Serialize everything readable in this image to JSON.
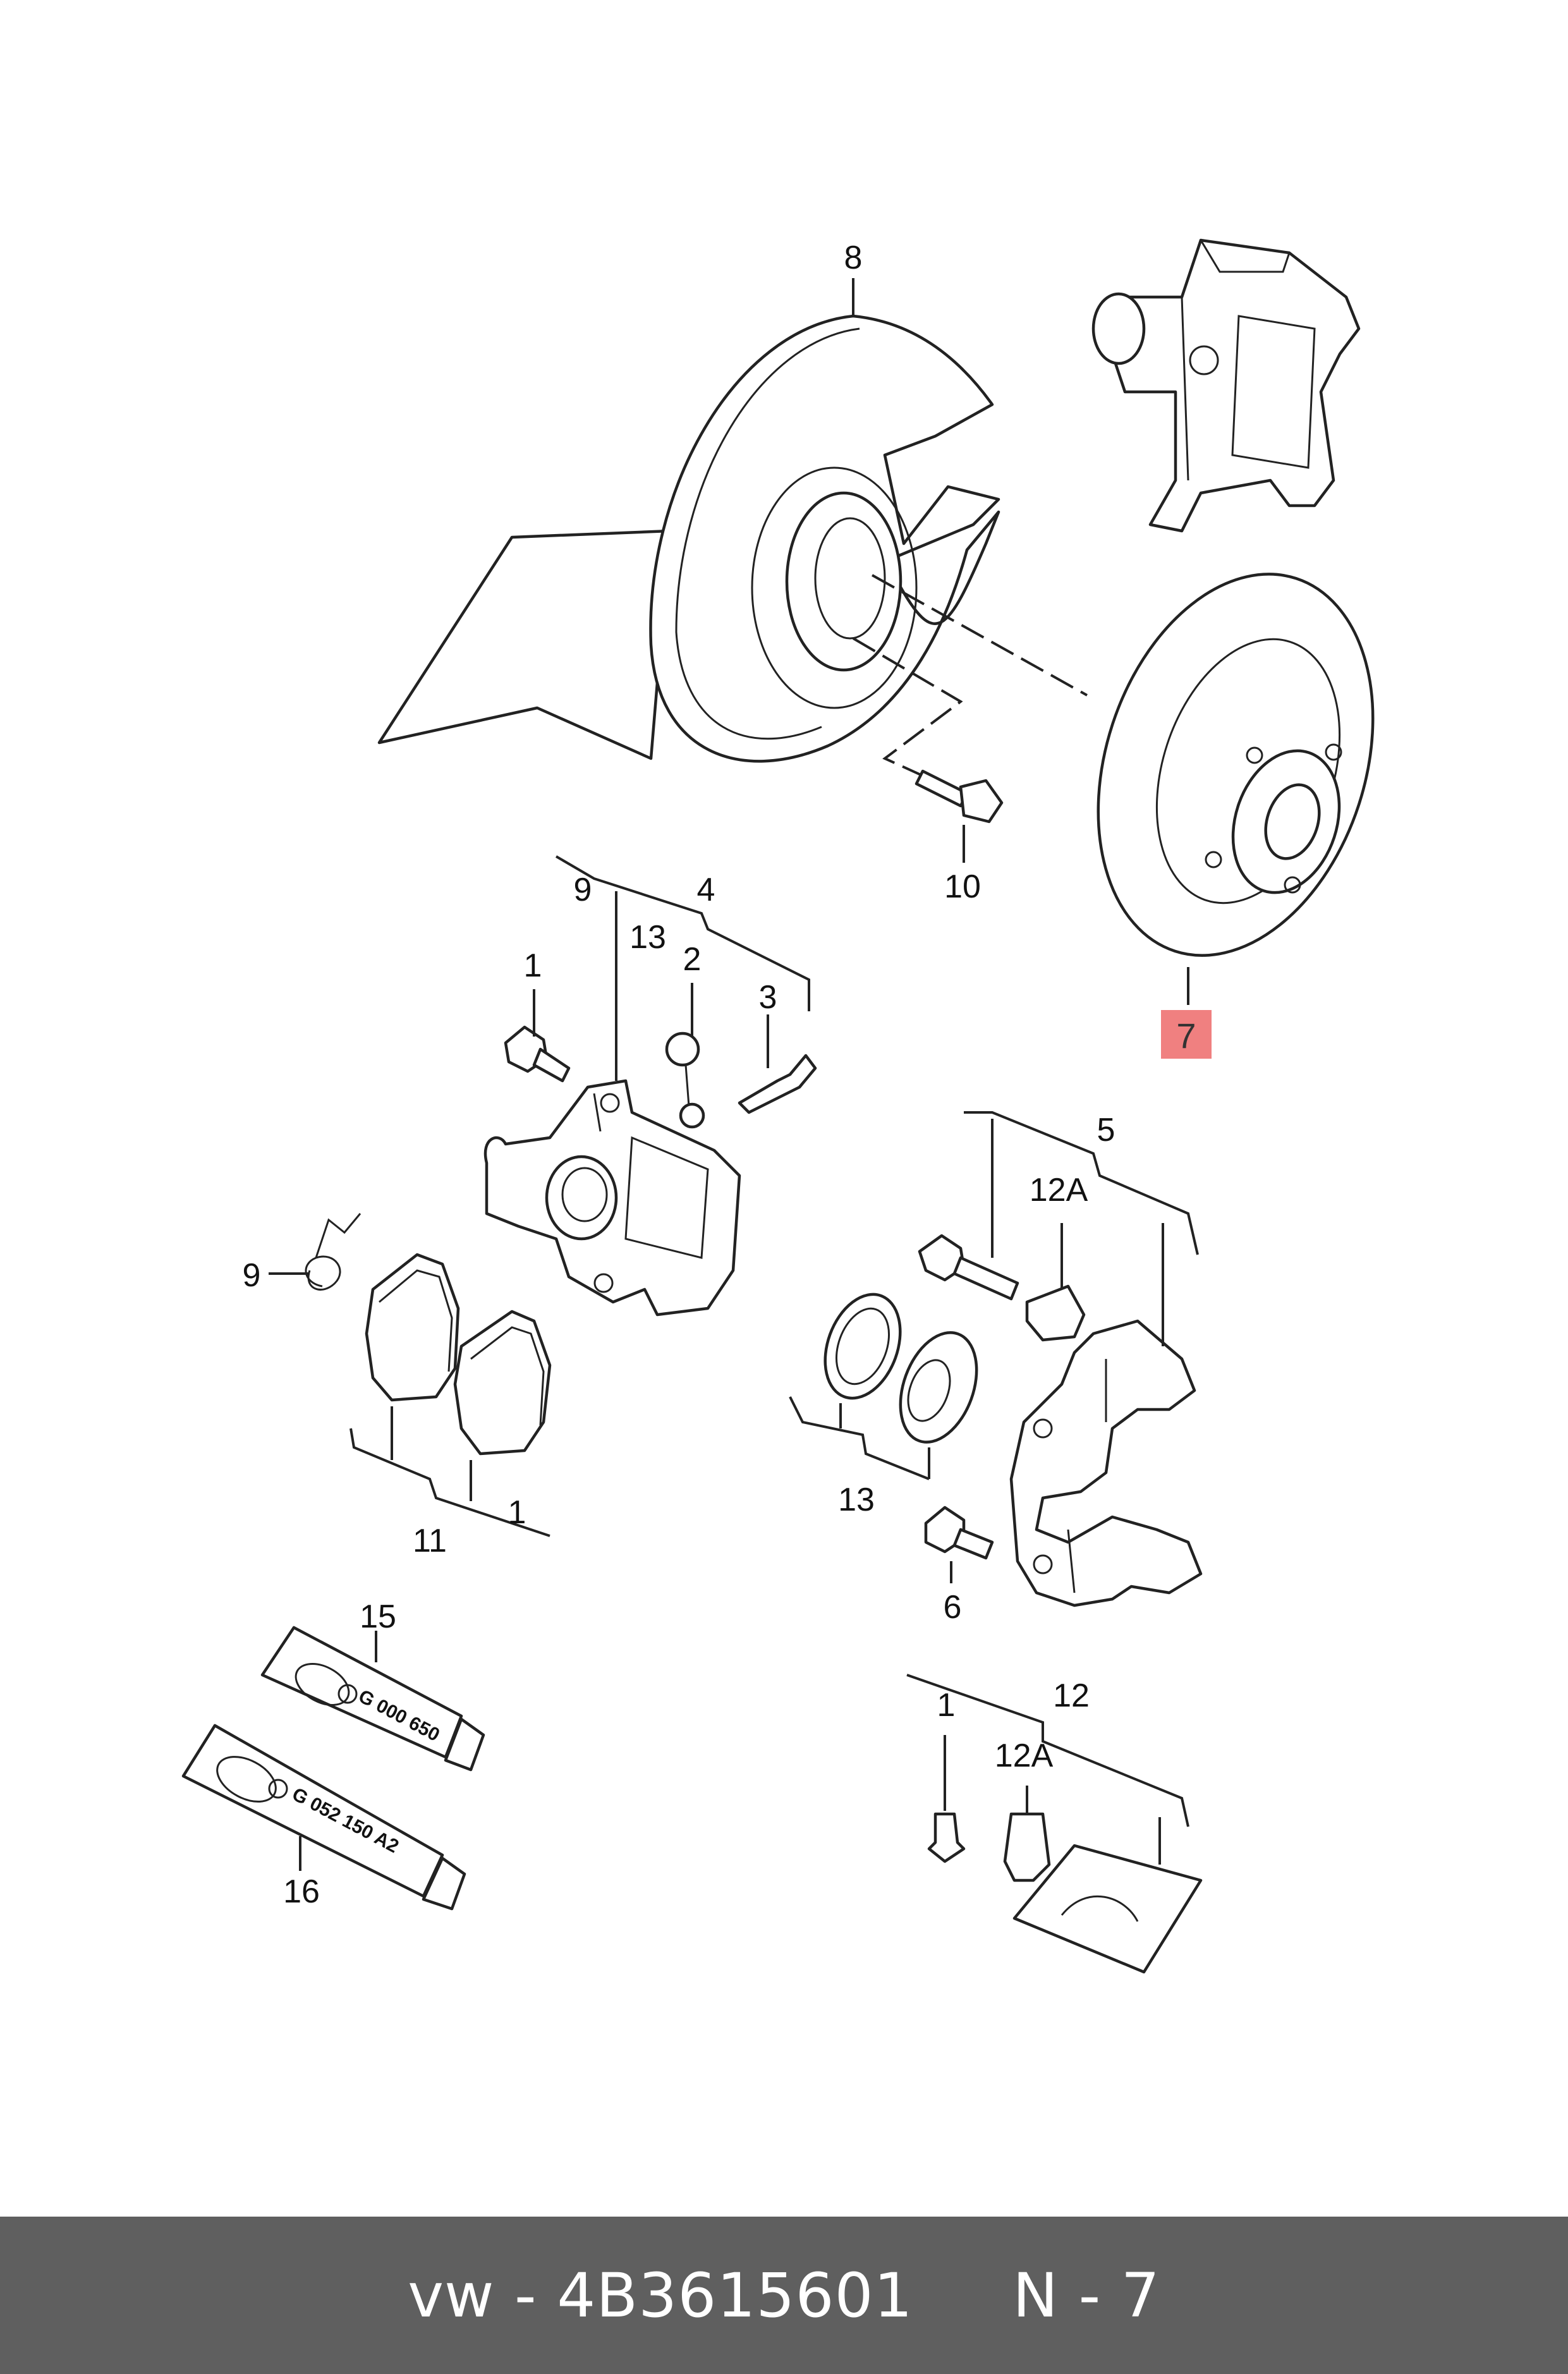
{
  "labels": {
    "l8": "8",
    "l10": "10",
    "l7": "7",
    "l9a": "9",
    "l4": "4",
    "l13a": "13",
    "l1a": "1",
    "l2": "2",
    "l3": "3",
    "l9b": "9",
    "l11": "11",
    "l1b": "1",
    "l5": "5",
    "l12a1": "12A",
    "l13b": "13",
    "l6": "6",
    "l15": "15",
    "l16": "16",
    "l12": "12",
    "l1c": "1",
    "l12a2": "12A"
  },
  "tubes": {
    "t15": "G 000 650",
    "t16": "G 052 150 A2"
  },
  "footer": {
    "text": "vw - 4B3615601     N - 7"
  },
  "colors": {
    "highlight": "#f08080",
    "footer_bg": "#5f5f5f"
  }
}
